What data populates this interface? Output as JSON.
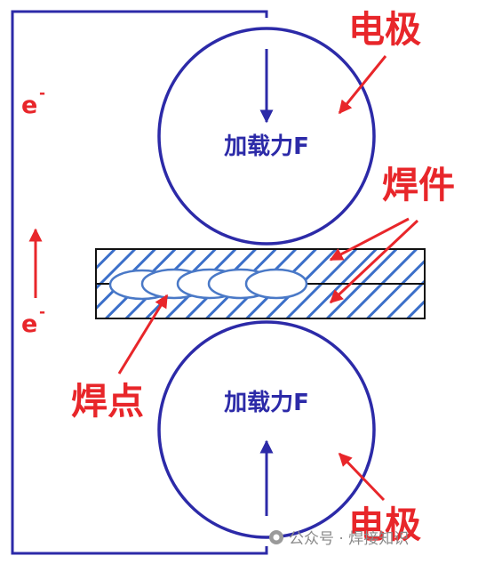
{
  "labels": {
    "electrode_top": "电极",
    "electrode_bottom": "电极",
    "workpiece": "焊件",
    "weld_spot": "焊点",
    "load_top": "加载力F",
    "load_bottom": "加载力F",
    "electron_top": "e",
    "electron_bottom": "e",
    "electron_sup": "-"
  },
  "watermark": {
    "text": "公众号 · 焊接知识"
  },
  "colors": {
    "circuit": "#2c2aa8",
    "label_red": "#e8262a",
    "hatch": "#3b6fc9",
    "ellipse_stroke": "#4a79c7"
  }
}
